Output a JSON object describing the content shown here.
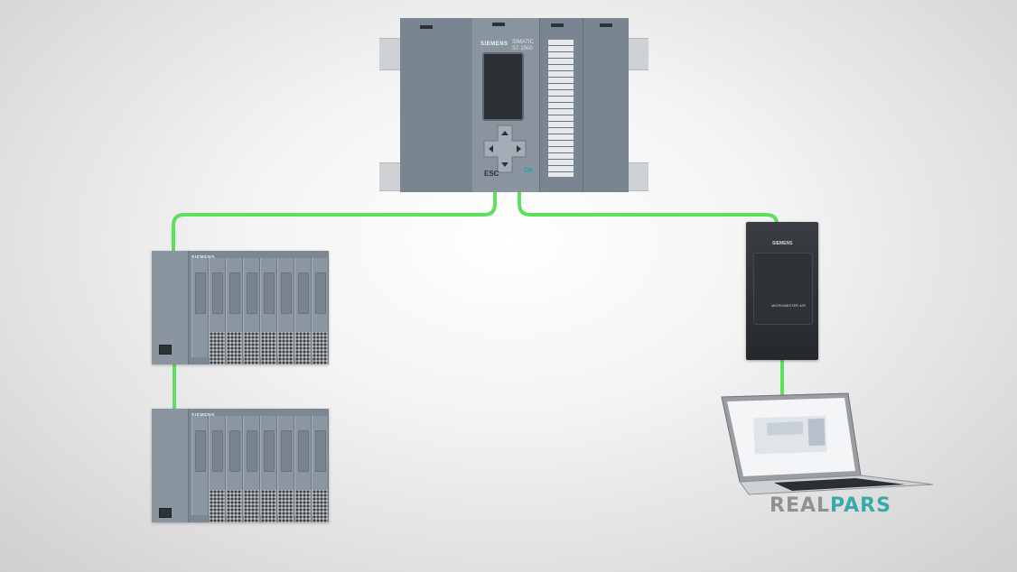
{
  "colors": {
    "network_cable": "#5de05d",
    "module_gray": "#8c96a1",
    "drive_dark": "#2b2e32",
    "logo_gray": "#8f9294",
    "logo_teal": "#3aa9aa"
  },
  "cpu": {
    "brand": "SIEMENS",
    "model_line1": "SIMATIC",
    "model_line2": "S7-1500",
    "esc_label": "ESC",
    "ok_label": "OK"
  },
  "io_rack_1": {
    "brand": "SIEMENS"
  },
  "io_rack_2": {
    "brand": "SIEMENS"
  },
  "drive": {
    "brand": "SIEMENS",
    "label": "MICROMASTER 420"
  },
  "logo": {
    "part1": "REAL",
    "part2": "PARS"
  }
}
